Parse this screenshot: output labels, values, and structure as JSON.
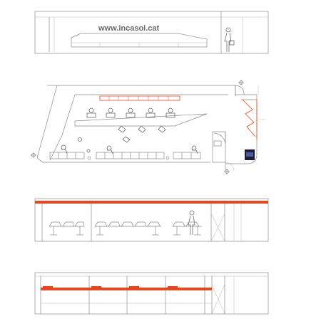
{
  "drawing": {
    "website_label": "www.incasol.cat",
    "accent_color": "#e8471e",
    "line_color": "#8a8a8a",
    "background": "#ffffff",
    "views": [
      "front-elevation",
      "floor-plan",
      "section-with-seating",
      "wall-elevation"
    ]
  }
}
